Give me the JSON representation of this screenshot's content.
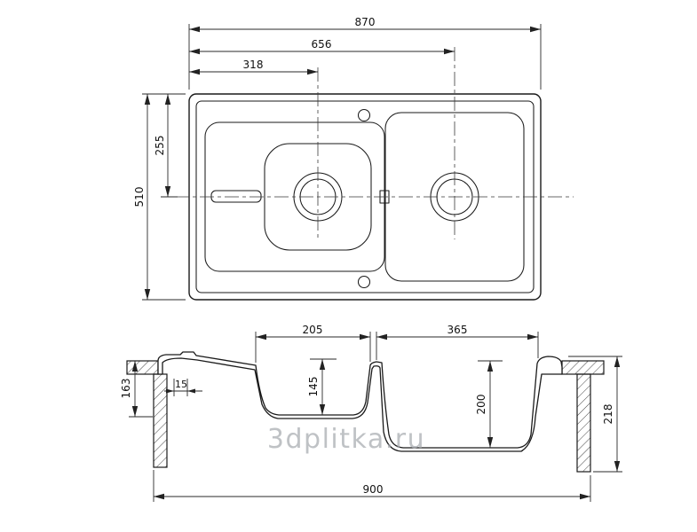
{
  "watermark": "3dplitka.ru",
  "top_view": {
    "width_total": "870",
    "width_to_right_bowl_center": "656",
    "width_to_left_bowl_center": "318",
    "depth_total": "510",
    "depth_to_centerline": "255"
  },
  "section_view": {
    "left_bowl_width": "205",
    "right_bowl_width": "365",
    "rim_offset": "15",
    "left_bowl_depth": "145",
    "left_overall_depth": "163",
    "right_bowl_depth": "200",
    "overall_depth": "218",
    "overall_width": "900"
  }
}
